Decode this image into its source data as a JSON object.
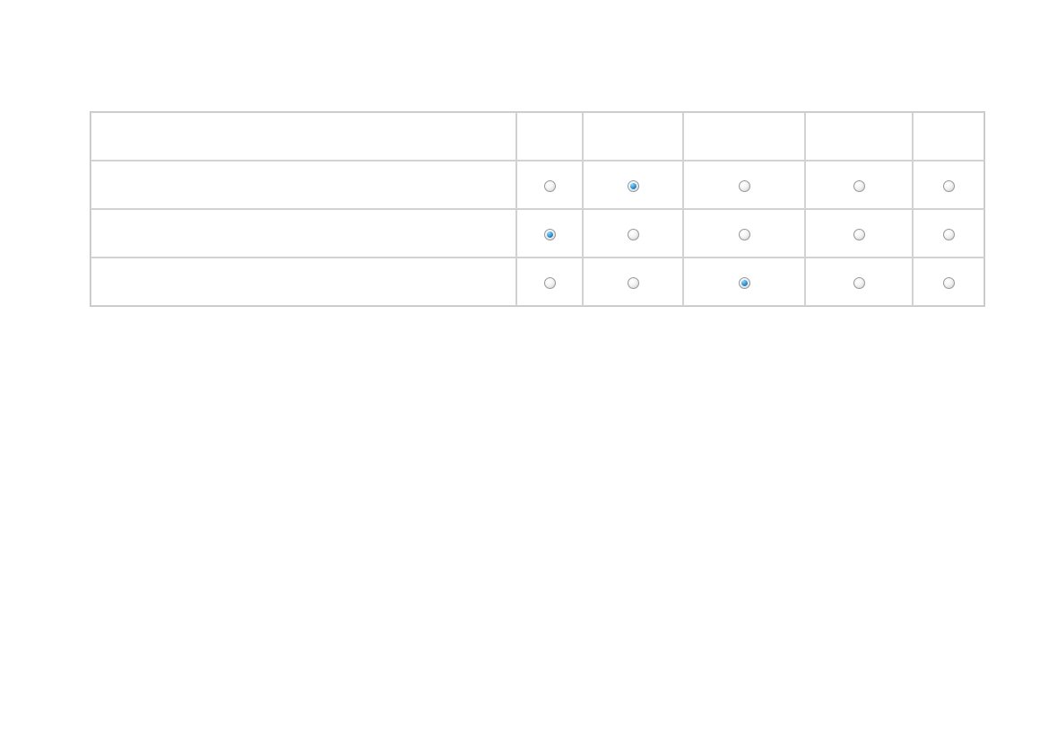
{
  "page": {
    "background": "#ffffff"
  },
  "matrix": {
    "header": {
      "row_label": "",
      "options": [
        "",
        "",
        "",
        "",
        ""
      ]
    },
    "rows": [
      {
        "label": "",
        "selected_option": 2
      },
      {
        "label": "",
        "selected_option": 1
      },
      {
        "label": "",
        "selected_option": 3
      }
    ],
    "option_count": 5,
    "colors": {
      "border": "#c6c6c6",
      "radio_ring": "#989898",
      "radio_selected_fill": "#1e6fa8"
    }
  }
}
